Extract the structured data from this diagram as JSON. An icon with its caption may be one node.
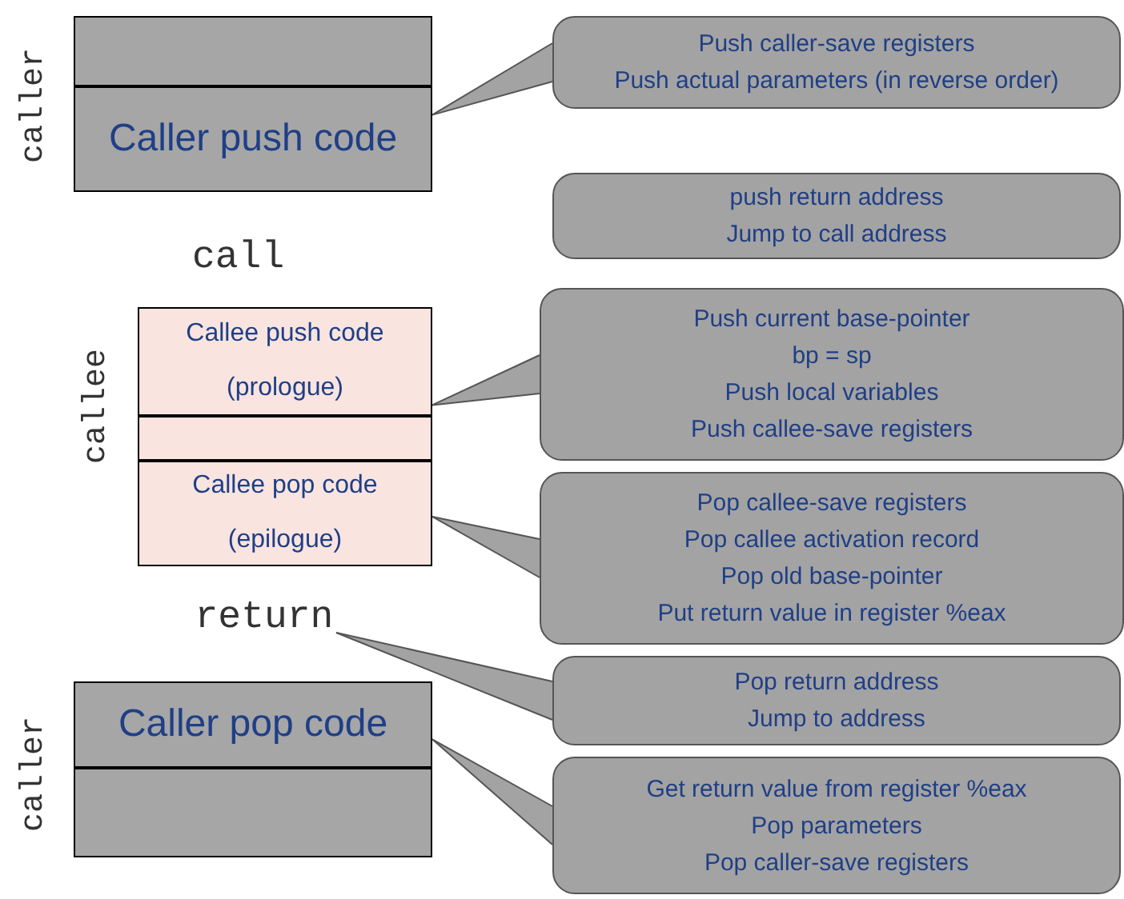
{
  "diagram": {
    "nodes": [
      {
        "text": [],
        "shape": "box"
      },
      {
        "text": [
          "Caller push code"
        ]
      },
      {
        "text": [
          "Push caller-save registers",
          "Push actual parameters (in reverse order)"
        ]
      },
      {
        "text": [
          "push return address",
          "Jump to call address"
        ]
      },
      {
        "text": [
          "Callee push code",
          "(prologue)"
        ]
      },
      {
        "text": [],
        "shape": "box"
      },
      {
        "text": [
          "Callee pop code",
          "(epilogue)"
        ]
      },
      {
        "text": [
          "Push current base-pointer",
          "bp = sp",
          "Push local variables",
          "Push callee-save registers"
        ]
      },
      {
        "text": [
          "Pop callee-save registers",
          "Pop callee activation record",
          "Pop old base-pointer",
          "Put return value in register %eax"
        ]
      },
      {
        "text": [
          "return"
        ]
      },
      {
        "text": [
          "Pop return address",
          "Jump to address"
        ]
      },
      {
        "text": [
          "Caller pop code"
        ]
      },
      {
        "text": [],
        "shape": "box"
      },
      {
        "text": [
          "Get return value from register %eax",
          "Pop parameters",
          "Pop caller-save registers"
        ]
      }
    ],
    "edges": [
      {
        "from": 2,
        "to": 1,
        "arrow": "none"
      },
      {
        "from": 7,
        "to": 4,
        "arrow": "none"
      },
      {
        "from": 8,
        "to": 6,
        "arrow": "none"
      },
      {
        "from": 10,
        "to": 9,
        "arrow": "none"
      },
      {
        "from": 13,
        "to": 11,
        "arrow": "none"
      }
    ],
    "labels": [
      "caller",
      "call",
      "callee",
      "caller"
    ]
  }
}
